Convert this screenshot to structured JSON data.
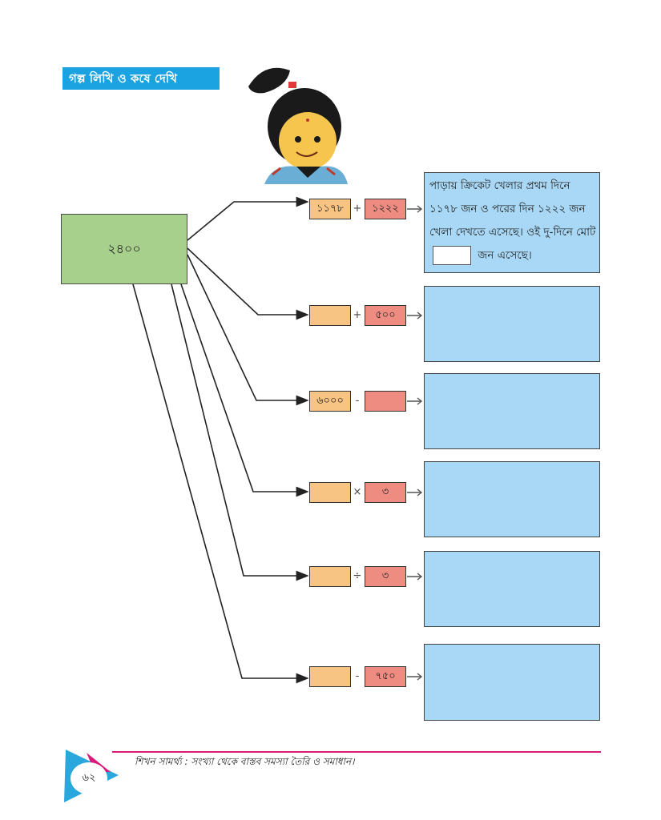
{
  "banner": {
    "title": "গল্প লিখি ও কষে দেখি"
  },
  "source": {
    "value": "২৪০০"
  },
  "rows": [
    {
      "left": "১১৭৮",
      "sign": "+",
      "right": "১২২২"
    },
    {
      "left": "",
      "sign": "+",
      "right": "৫০০"
    },
    {
      "left": "৬০০০",
      "sign": "-",
      "right": ""
    },
    {
      "left": "",
      "sign": "×",
      "right": "৩"
    },
    {
      "left": "",
      "sign": "÷",
      "right": "৩"
    },
    {
      "left": "",
      "sign": "-",
      "right": "৭৫০"
    }
  ],
  "story1": {
    "text_before": "পাড়ায় ক্রিকেট খেলার প্রথম দিনে ১১৭৮ জন ও পরের দিন ১২২২ জন খেলা দেখতে এসেছে। ওই দু-দিনে মোট",
    "text_after": "জন এসেছে।"
  },
  "footer": {
    "text": "শিখন সামর্থ্য : সংখ্যা থেকে বাস্তব সমস্যা তৈরি ও সমাধান।",
    "page_number": "৬২"
  },
  "colors": {
    "banner": "#1aa3e0",
    "source_box": "#a8d08d",
    "orange_box": "#f8c483",
    "red_box": "#ef8c82",
    "story_box": "#a8d8f5",
    "footer_line": "#d81b7a"
  }
}
